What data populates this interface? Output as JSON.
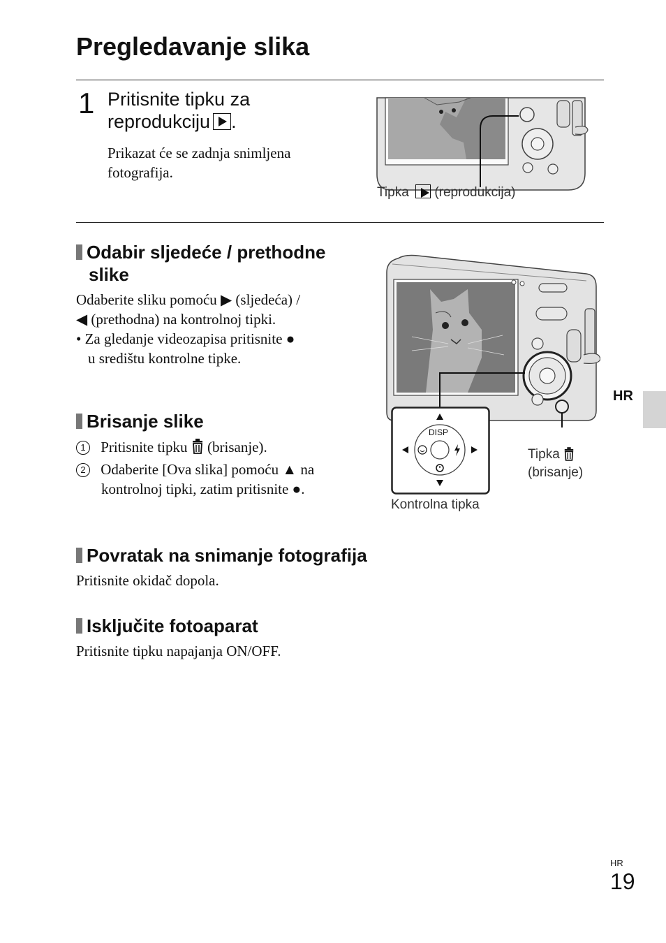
{
  "page": {
    "title": "Pregledavanje slika",
    "lang_tab": "HR",
    "footer_lang": "HR",
    "page_number": "19"
  },
  "step1": {
    "number": "1",
    "title_line1": "Pritisnite tipku za",
    "title_line2": "reprodukciju",
    "title_suffix": ".",
    "desc_line1": "Prikazat će se zadnja snimljena",
    "desc_line2": "fotografija.",
    "caption_pre": "Tipka",
    "caption_post": "(reprodukcija)"
  },
  "section_select": {
    "heading_line1": "Odabir sljedeće / prethodne",
    "heading_line2": "slike",
    "line1": "Odaberite sliku pomoću ▶ (sljedeća) /",
    "line2": "◀ (prethodna) na kontrolnoj tipki.",
    "bullet_line1": "• Za gledanje videozapisa pritisnite ●",
    "bullet_line2": "u središtu kontrolne tipke."
  },
  "section_delete": {
    "heading": "Brisanje slike",
    "items": [
      {
        "num": "1",
        "line1_pre": "Pritisnite tipku",
        "line1_post": "(brisanje)."
      },
      {
        "num": "2",
        "line1": "Odaberite [Ova slika] pomoću ▲ na",
        "line2": "kontrolnoj tipki, zatim pritisnite ●."
      }
    ],
    "caption_delete_line1": "Tipka",
    "caption_delete_line2": "(brisanje)",
    "caption_control": "Kontrolna tipka",
    "control_disp": "DISP"
  },
  "section_return": {
    "heading": "Povratak na snimanje fotografija",
    "text": "Pritisnite okidač dopola."
  },
  "section_off": {
    "heading": "Isključite fotoaparat",
    "text": "Pritisnite tipku napajanja ON/OFF."
  }
}
